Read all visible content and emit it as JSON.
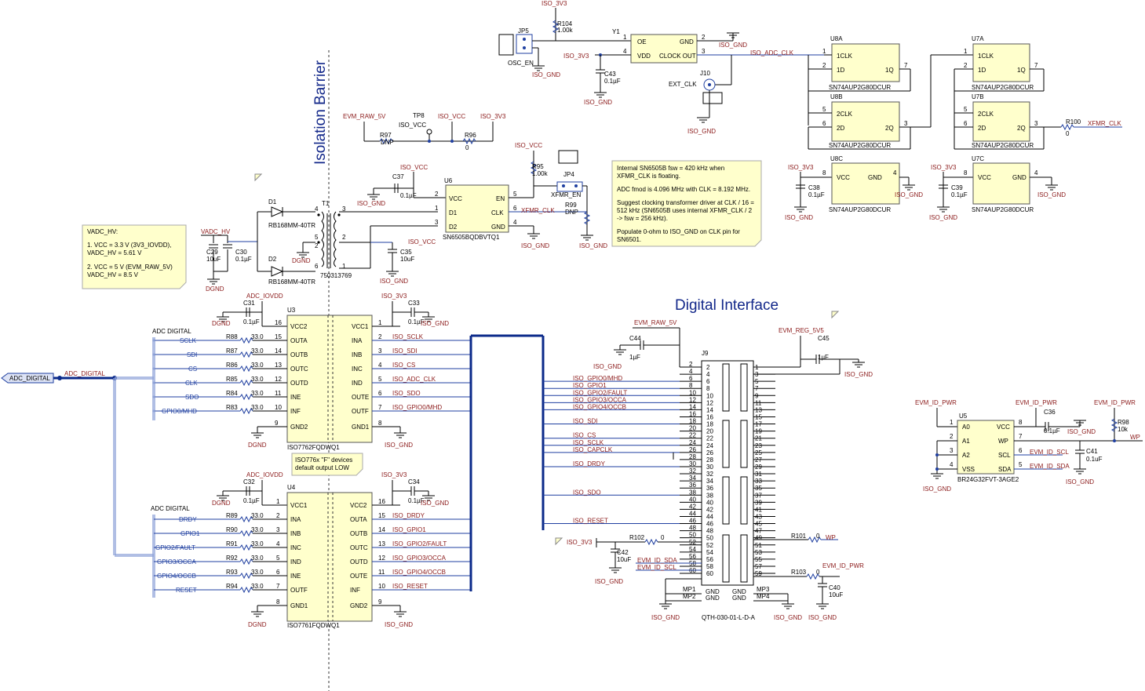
{
  "titles": {
    "isolation": "Isolation Barrier",
    "digital": "Digital Interface"
  },
  "notes": {
    "vadc": [
      "VADC_HV:",
      "1. VCC = 3.3 V (3V3_IOVDD),",
      "    VADC_HV = 5.61 V",
      "2. VCC = 5 V (EVM_RAW_5V)",
      "    VADC_HV = 8.5 V"
    ],
    "sn6505": [
      "Internal SN6505B fsw = 420 kHz when",
      "XFMR_CLK is floating.",
      "",
      "ADC fmod is 4.096 MHz with CLK = 8.192 MHz.",
      "",
      "Suggest clocking transformer driver at CLK / 16 =",
      "512 kHz (SN6505B uses internal XFMR_CLK / 2",
      "-> fsw = 256 kHz).",
      "",
      "Populate 0-ohm to ISO_GND on CLK pin for",
      "SN6501."
    ],
    "iso776x": [
      "ISO776x \"F\" devices",
      "default output LOW"
    ]
  },
  "nets": {
    "iso_3v3": "ISO_3V3",
    "iso_gnd": "ISO_GND",
    "dgnd": "DGND",
    "iso_vcc": "ISO_VCC",
    "evm_raw_5v": "EVM_RAW_5V",
    "vadc_hv": "VADC_HV",
    "adc_iovdd": "ADC_IOVDD",
    "iso_adc_clk": "ISO_ADC_CLK",
    "xfmr_clk": "XFMR_CLK",
    "evm_reg_5v5": "EVM_REG_5V5",
    "evm_id_pwr": "EVM_ID_PWR",
    "adc_digital": "ADC_DIGITAL",
    "adc_digital_lbl": "ADC DIGITAL",
    "evm_id_scl": "EVM_ID_SCL",
    "evm_id_sda": "EVM_ID_SDA",
    "wp": "WP"
  },
  "u3": {
    "ref": "U3",
    "part": "ISO7762FQDWQ1",
    "left_pins": [
      [
        "16",
        "VCC2"
      ],
      [
        "15",
        "OUTA"
      ],
      [
        "14",
        "OUTB"
      ],
      [
        "13",
        "OUTC"
      ],
      [
        "12",
        "OUTD"
      ],
      [
        "11",
        "INE"
      ],
      [
        "10",
        "INF"
      ],
      [
        "9",
        "GND2"
      ]
    ],
    "right_pins": [
      [
        "1",
        "VCC1"
      ],
      [
        "2",
        "INA"
      ],
      [
        "3",
        "INB"
      ],
      [
        "4",
        "INC"
      ],
      [
        "5",
        "IND"
      ],
      [
        "6",
        "OUTE"
      ],
      [
        "7",
        "OUTF"
      ],
      [
        "8",
        "GND1"
      ]
    ],
    "inputs": [
      [
        "SCLK",
        "R88",
        "33.0"
      ],
      [
        "SDI",
        "R87",
        "33.0"
      ],
      [
        "CS",
        "R86",
        "33.0"
      ],
      [
        "CLK",
        "R85",
        "33.0"
      ],
      [
        "SDO",
        "R84",
        "33.0"
      ],
      [
        "GPIO0/MHD",
        "R83",
        "33.0"
      ]
    ],
    "iso_nets": [
      "ISO_SCLK",
      "ISO_SDI",
      "ISO_CS",
      "ISO_ADC_CLK",
      "ISO_SDO",
      "ISO_GPIO0/MHD"
    ]
  },
  "u4": {
    "ref": "U4",
    "part": "ISO7761FQDWQ1",
    "left_pins": [
      [
        "1",
        "VCC1"
      ],
      [
        "2",
        "INA"
      ],
      [
        "3",
        "INB"
      ],
      [
        "4",
        "INC"
      ],
      [
        "5",
        "IND"
      ],
      [
        "6",
        "INE"
      ],
      [
        "7",
        "OUTF"
      ],
      [
        "8",
        "GND1"
      ]
    ],
    "right_pins": [
      [
        "16",
        "VCC2"
      ],
      [
        "15",
        "OUTA"
      ],
      [
        "14",
        "OUTB"
      ],
      [
        "13",
        "OUTC"
      ],
      [
        "12",
        "OUTD"
      ],
      [
        "11",
        "OUTE"
      ],
      [
        "10",
        "INF"
      ],
      [
        "9",
        "GND2"
      ]
    ],
    "inputs": [
      [
        "DRDY",
        "R89",
        "33.0"
      ],
      [
        "GPIO1",
        "R90",
        "33.0"
      ],
      [
        "GPIO2/FAULT",
        "R91",
        "33.0"
      ],
      [
        "GPIO3/OCCA",
        "R92",
        "33.0"
      ],
      [
        "GPIO4/OCCB",
        "R93",
        "33.0"
      ],
      [
        "RESET",
        "R94",
        "33.0"
      ]
    ],
    "iso_nets": [
      "ISO_DRDY",
      "ISO_GPIO1",
      "ISO_GPIO2/FAULT",
      "ISO_GPIO3/OCCA",
      "ISO_GPIO4/OCCB",
      "ISO_RESET"
    ]
  },
  "caps": {
    "c31": [
      "C31",
      "0.1µF"
    ],
    "c33": [
      "C33",
      "0.1µF"
    ],
    "c32": [
      "C32",
      "0.1µF"
    ],
    "c34": [
      "C34",
      "0.1µF"
    ],
    "c29": [
      "C29",
      "10uF"
    ],
    "c30": [
      "C30",
      "0.1µF"
    ],
    "c35": [
      "C35",
      "10uF"
    ],
    "c37": [
      "C37",
      "0.1µF"
    ],
    "c43": [
      "C43",
      "0.1µF"
    ],
    "c38": [
      "C38",
      "0.1µF"
    ],
    "c39": [
      "C39",
      "0.1µF"
    ],
    "c44": [
      "C44",
      "1µF"
    ],
    "c45": [
      "C45",
      "1µF"
    ],
    "c42": [
      "C42",
      "10uF"
    ],
    "c40": [
      "C40",
      "10uF"
    ],
    "c36": [
      "C36",
      "0.1µF"
    ],
    "c41": [
      "C41",
      "0.1uF"
    ]
  },
  "u6": {
    "ref": "U6",
    "part": "SN6505BQDBVTQ1",
    "pins_l": [
      [
        "2",
        "VCC"
      ],
      [
        "1",
        "D1"
      ],
      [
        "3",
        "D2"
      ]
    ],
    "pins_r": [
      [
        "5",
        "EN"
      ],
      [
        "6",
        "CLK"
      ],
      [
        "4",
        "GND"
      ]
    ]
  },
  "t1": {
    "ref": "T1",
    "part": "750313769"
  },
  "diodes": {
    "d1": [
      "D1",
      "RB168MM-40TR"
    ],
    "d2": [
      "D2",
      "RB168MM-40TR"
    ]
  },
  "res_misc": {
    "r97": [
      "R97",
      "DNP"
    ],
    "r96": [
      "R96",
      "0"
    ],
    "r95": [
      "R95",
      "1.00k"
    ],
    "r99": [
      "R99",
      "DNP"
    ],
    "r104": [
      "R104",
      "1.00k"
    ],
    "r100": [
      "R100",
      "0"
    ],
    "r102": [
      "R102",
      "0"
    ],
    "r101": [
      "R101",
      "0"
    ],
    "r103": [
      "R103",
      "0"
    ],
    "r98": [
      "R98",
      "10k"
    ]
  },
  "tp8": "TP8",
  "jp4": [
    "JP4",
    "XFMR_EN"
  ],
  "jp5": [
    "JP5",
    "OSC_EN"
  ],
  "y1": {
    "ref": "Y1",
    "pins": [
      [
        "1",
        "OE"
      ],
      [
        "4",
        "VDD"
      ],
      [
        "2",
        "GND"
      ],
      [
        "3",
        "CLOCK OUT"
      ]
    ]
  },
  "j10": [
    "J10",
    "EXT_CLK"
  ],
  "u8a": {
    "ref": "U8A",
    "part": "SN74AUP2G80DCUR",
    "pins": [
      [
        "1",
        "1CLK"
      ],
      [
        "2",
        "1D"
      ],
      [
        "7",
        "1Q"
      ]
    ]
  },
  "u8b": {
    "ref": "U8B",
    "part": "SN74AUP2G80DCUR",
    "pins": [
      [
        "5",
        "2CLK"
      ],
      [
        "6",
        "2D"
      ],
      [
        "3",
        "2Q"
      ]
    ]
  },
  "u8c": {
    "ref": "U8C",
    "part": "SN74AUP2G80DCUR",
    "pins": [
      [
        "8",
        "VCC"
      ],
      [
        "4",
        "GND"
      ]
    ]
  },
  "u7a": {
    "ref": "U7A",
    "part": "SN74AUP2G80DCUR",
    "pins": [
      [
        "1",
        "1CLK"
      ],
      [
        "2",
        "1D"
      ],
      [
        "7",
        "1Q"
      ]
    ]
  },
  "u7b": {
    "ref": "U7B",
    "part": "SN74AUP2G80DCUR",
    "pins": [
      [
        "5",
        "2CLK"
      ],
      [
        "6",
        "2D"
      ],
      [
        "3",
        "2Q"
      ]
    ]
  },
  "u7c": {
    "ref": "U7C",
    "part": "SN74AUP2G80DCUR",
    "pins": [
      [
        "8",
        "VCC"
      ],
      [
        "4",
        "GND"
      ]
    ]
  },
  "j9": {
    "ref": "J9",
    "part": "QTH-030-01-L-D-A",
    "mp": [
      "MP1",
      "MP2",
      "MP3",
      "MP4"
    ],
    "gnd": "GND"
  },
  "j9_left_nets": [
    [
      "ISO_GPIO0/MHD",
      6
    ],
    [
      "ISO_GPIO1",
      8
    ],
    [
      "ISO_GPIO2/FAULT",
      10
    ],
    [
      "ISO_GPIO3/OCCA",
      12
    ],
    [
      "ISO_GPIO4/OCCB",
      14
    ],
    [
      "ISO_SDI",
      18
    ],
    [
      "ISO_CS",
      22
    ],
    [
      "ISO_SCLK",
      24
    ],
    [
      "ISO_CAPCLK",
      26
    ],
    [
      "ISO_DRDY",
      30
    ],
    [
      "ISO_SDO",
      38
    ],
    [
      "ISO_RESET",
      46
    ]
  ],
  "j9_right_nets": [],
  "u5": {
    "ref": "U5",
    "part": "BR24G32FVT-3AGE2",
    "pins_l": [
      [
        "1",
        "A0"
      ],
      [
        "2",
        "A1"
      ],
      [
        "3",
        "A2"
      ],
      [
        "4",
        "VSS"
      ]
    ],
    "pins_r": [
      [
        "8",
        "VCC"
      ],
      [
        "7",
        "WP"
      ],
      [
        "6",
        "SCL"
      ],
      [
        "5",
        "SDA"
      ]
    ]
  }
}
